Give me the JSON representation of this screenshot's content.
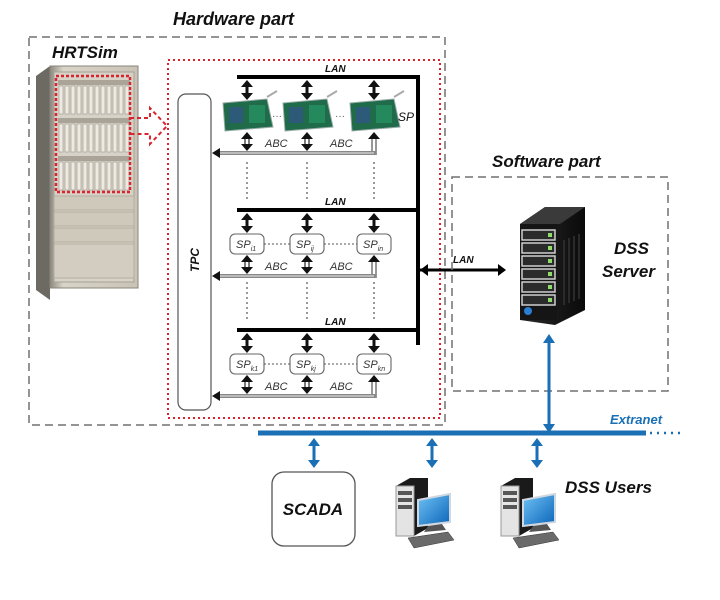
{
  "titles": {
    "hardware_part": "Hardware part",
    "software_part": "Software part",
    "hrtsim": "HRTSim"
  },
  "tpc": {
    "label": "TPC"
  },
  "lan_label": "LAN",
  "sp_label": "SP",
  "abc_label": "ABC",
  "rows": [
    {
      "name": "row-1",
      "type": "boards",
      "abc": [
        "ABC",
        "ABC"
      ]
    },
    {
      "name": "row-i",
      "type": "boxes",
      "sps": [
        {
          "base": "SP",
          "sub": "i1"
        },
        {
          "base": "SP",
          "sub": "ij"
        },
        {
          "base": "SP",
          "sub": "in"
        }
      ],
      "abc": [
        "ABC",
        "ABC"
      ]
    },
    {
      "name": "row-k",
      "type": "boxes",
      "sps": [
        {
          "base": "SP",
          "sub": "k1"
        },
        {
          "base": "SP",
          "sub": "kj"
        },
        {
          "base": "SP",
          "sub": "kn"
        }
      ],
      "abc": [
        "ABC",
        "ABC"
      ]
    }
  ],
  "server": {
    "label_line1": "DSS",
    "label_line2": "Server",
    "link_label": "LAN"
  },
  "extranet": {
    "label": "Extranet",
    "color": "#1a6fb5"
  },
  "scada": {
    "label": "SCADA"
  },
  "dss_users": {
    "label": "DSS Users"
  },
  "colors": {
    "red_dotted": "#d9232e",
    "dashed_gray": "#707070",
    "blue": "#1a6fb5",
    "board_green": "#1f6b4a"
  }
}
